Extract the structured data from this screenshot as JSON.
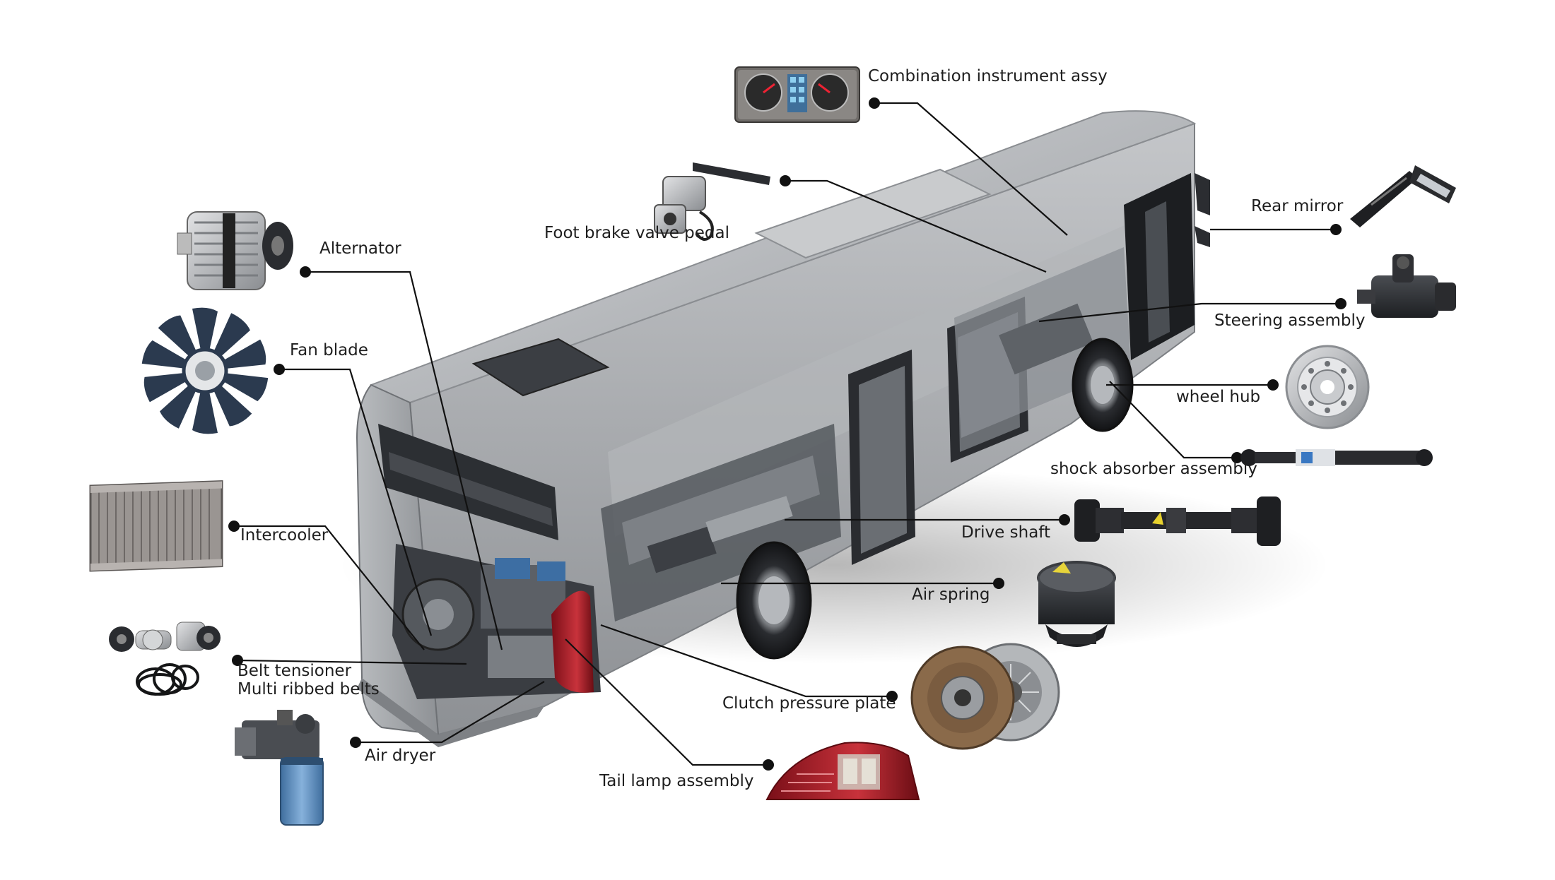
{
  "labels": {
    "combination_instrument": "Combination instrument assy",
    "foot_brake": "Foot brake valve pedal",
    "alternator": "Alternator",
    "fan_blade": "Fan blade",
    "intercooler": "Intercooler",
    "belt_tensioner": "Belt tensioner",
    "multi_ribbed_belts": "Multi ribbed belts",
    "air_dryer": "Air dryer",
    "tail_lamp": "Tail lamp assembly",
    "clutch_pressure_plate": "Clutch pressure plate",
    "air_spring": "Air spring",
    "drive_shaft": "Drive shaft",
    "shock_absorber": "shock absorber assembly",
    "wheel_hub": "wheel hub",
    "steering": "Steering assembly",
    "rear_mirror": "Rear mirror"
  },
  "colors": {
    "text": "#1e1e1e",
    "leader_line": "#111111",
    "bus_body": "#a9acb0",
    "bus_dark": "#3a3d42",
    "tail_lamp_red": "#9c1b24",
    "clutch_brown": "#8a6a4a",
    "air_dryer_blue": "#5f8fc0"
  },
  "icons": [
    "instrument-cluster-icon",
    "brake-valve-icon",
    "alternator-icon",
    "fan-blade-icon",
    "intercooler-icon",
    "belt-tensioner-icon",
    "air-dryer-icon",
    "tail-lamp-icon",
    "clutch-plate-icon",
    "air-spring-icon",
    "drive-shaft-icon",
    "shock-absorber-icon",
    "wheel-hub-icon",
    "steering-gear-icon",
    "rear-mirror-icon"
  ]
}
